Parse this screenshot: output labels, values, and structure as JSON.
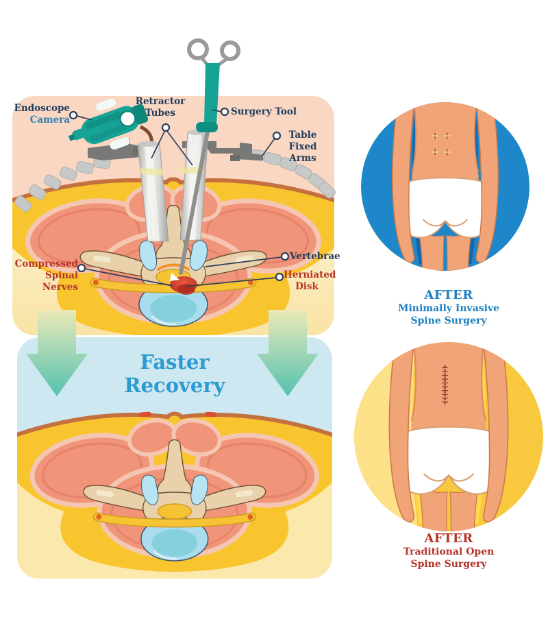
{
  "palette": {
    "panel_pink": "#f9d7c3",
    "panel_cream_top": "#fdf2cd",
    "panel_cream_deep": "#f9e3a6",
    "panel_blue": "#cde8f0",
    "fat_yellow": "#f9c52e",
    "skin_line_orange": "#c4703f",
    "muscle_salmon": "#f0947a",
    "bone_tan": "#e9d2ab",
    "nerve_yellow": "#f6c335",
    "disk_blue": "#a9dcec",
    "herniation_red": "#d8402e",
    "device_teal": "#16a295",
    "tube_silver": "#d7d7d5",
    "arm_gray": "#c6c9c7",
    "bar_dark_gray": "#787876",
    "label_navy": "#1e3c5c",
    "label_blue": "#2e7fb5",
    "label_red": "#b5342b",
    "recovery_blue": "#2d9ad1",
    "circle_blue": "#1d87c9",
    "circle_yellow": "#f8c93e",
    "skin_tone": "#f0a478"
  },
  "surgery_panel": {
    "labels": {
      "endoscope": {
        "line1": "Endoscope",
        "line2": "Camera"
      },
      "retractor_tubes": {
        "line1": "Retractor",
        "line2": "Tubes"
      },
      "surgery_tool": {
        "text": "Surgery Tool"
      },
      "table_fixed_arms": {
        "line1": "Table Fixed",
        "line2": "Arms"
      },
      "compressed_spinal_nerves": {
        "line1": "Compressed",
        "line2": "Spinal Nerves"
      },
      "vertebrae": {
        "text": "Vertebrae"
      },
      "herniated_disk": {
        "line1": "Herniated",
        "line2": "Disk"
      }
    }
  },
  "recovery_panel": {
    "title_line1": "Faster",
    "title_line2": "Recovery"
  },
  "results": {
    "minimally_invasive": {
      "heading": "AFTER",
      "line1": "Minimally Invasive",
      "line2": "Spine Surgery"
    },
    "traditional_open": {
      "heading": "AFTER",
      "line1": "Traditional Open",
      "line2": "Spine Surgery"
    }
  }
}
